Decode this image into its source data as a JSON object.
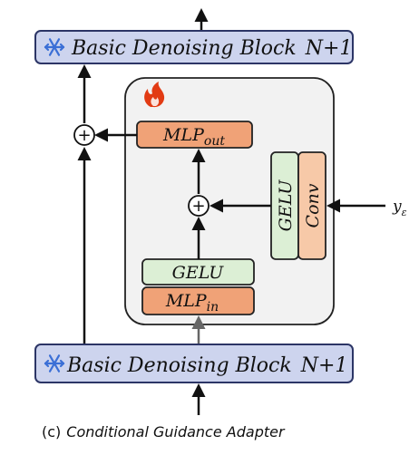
{
  "top_block": {
    "label": "Basic Denoising Block",
    "index": "N+1",
    "icon": "snowflake-icon"
  },
  "bottom_block": {
    "label": "Basic Denoising Block",
    "index": "N+1",
    "icon": "snowflake-icon"
  },
  "adapter": {
    "trainable_icon": "flame-icon",
    "mlp_out": {
      "base": "MLP",
      "sub": "out"
    },
    "mlp_in": {
      "base": "MLP",
      "sub": "in"
    },
    "gelu_bottom": "GELU",
    "gelu_side": "GELU",
    "conv": "Conv",
    "add_symbol": "+"
  },
  "condition_input": {
    "base": "y",
    "sub": "ε"
  },
  "residual_add_symbol": "+",
  "caption": {
    "tag": "(c)",
    "title": "Conditional Guidance Adapter"
  },
  "colors": {
    "block_fill": "#cdd4ee",
    "block_stroke": "#2c3566",
    "container_fill": "#f2f2f2",
    "mlp_fill": "#f0a277",
    "gelu_fill": "#dcefd5",
    "conv_fill": "#f7c9a8",
    "snowflake": "#3b6fd6",
    "flame": "#e23b14"
  }
}
